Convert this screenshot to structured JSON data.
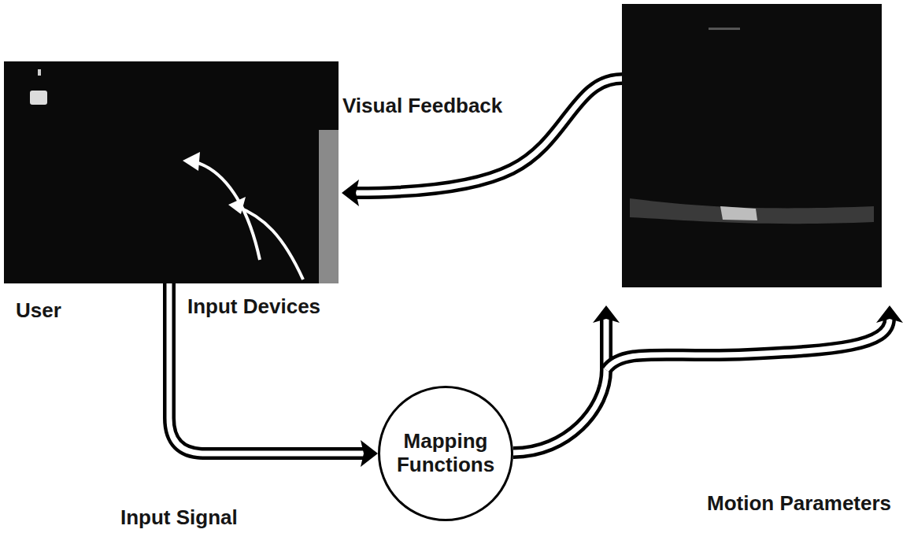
{
  "diagram": {
    "nodes": [
      {
        "text": [
          "User"
        ]
      },
      {
        "text": [
          "Mapping Functions"
        ]
      }
    ],
    "edges": [
      {
        "from": 0,
        "to": 1,
        "arrow": "to",
        "label": "Input Signal"
      }
    ],
    "labels": [
      "Visual Feedback",
      "Input Devices",
      "Motion Parameters"
    ]
  }
}
